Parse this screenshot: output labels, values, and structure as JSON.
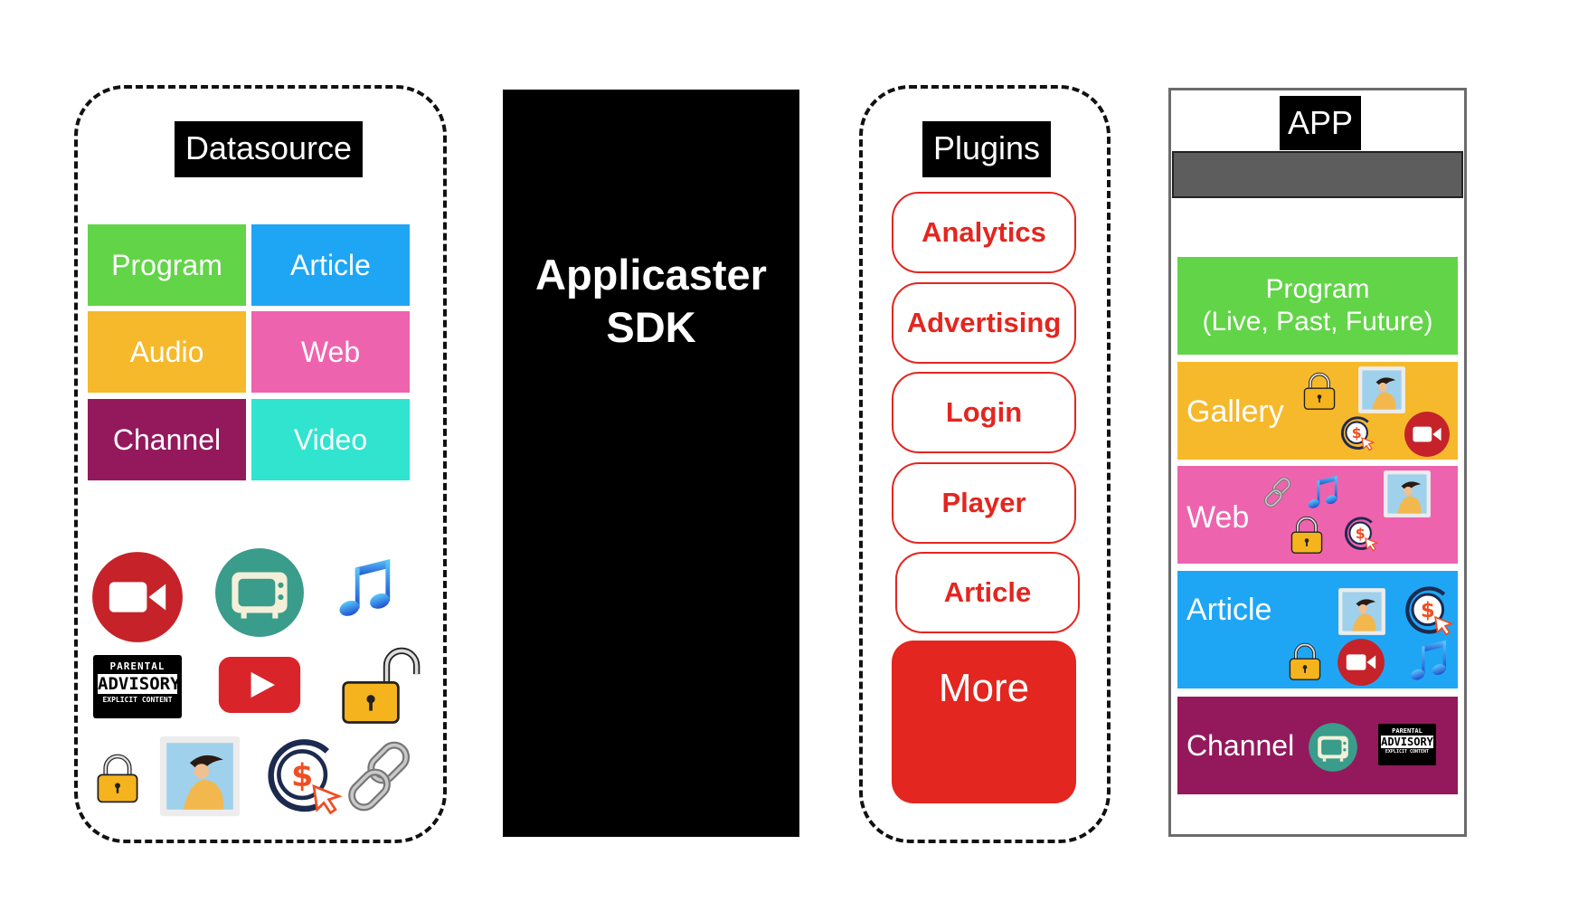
{
  "datasource": {
    "title": "Datasource",
    "tiles": [
      {
        "label": "Program",
        "color": "#62d448"
      },
      {
        "label": "Article",
        "color": "#1ea6f5"
      },
      {
        "label": "Audio",
        "color": "#f6b92c"
      },
      {
        "label": "Web",
        "color": "#ee63ae"
      },
      {
        "label": "Channel",
        "color": "#93195c"
      },
      {
        "label": "Video",
        "color": "#30e4cf"
      }
    ],
    "icons": [
      "video-camera-icon",
      "tv-icon",
      "music-note-icon",
      "parental-advisory-icon",
      "youtube-play-icon",
      "unlocked-padlock-icon",
      "padlock-icon",
      "photo-icon",
      "dollar-click-icon",
      "chain-link-icon"
    ],
    "parental_advisory": {
      "top": "PARENTAL",
      "mid": "ADVISORY",
      "bottom": "EXPLICIT CONTENT"
    }
  },
  "sdk": {
    "title_line1": "Applicaster",
    "title_line2": "SDK"
  },
  "plugins": {
    "title": "Plugins",
    "items": [
      "Analytics",
      "Advertising",
      "Login",
      "Player",
      "Article"
    ],
    "more": "More",
    "accent": "#e3261f"
  },
  "app": {
    "title": "APP",
    "rows": [
      {
        "label": "Program",
        "sub": "(Live, Past, Future)",
        "color": "#62d448"
      },
      {
        "label": "Gallery",
        "color": "#f6b92c"
      },
      {
        "label": "Web",
        "color": "#ee63ae"
      },
      {
        "label": "Article",
        "color": "#1ea6f5"
      },
      {
        "label": "Channel",
        "color": "#93195c"
      }
    ]
  }
}
